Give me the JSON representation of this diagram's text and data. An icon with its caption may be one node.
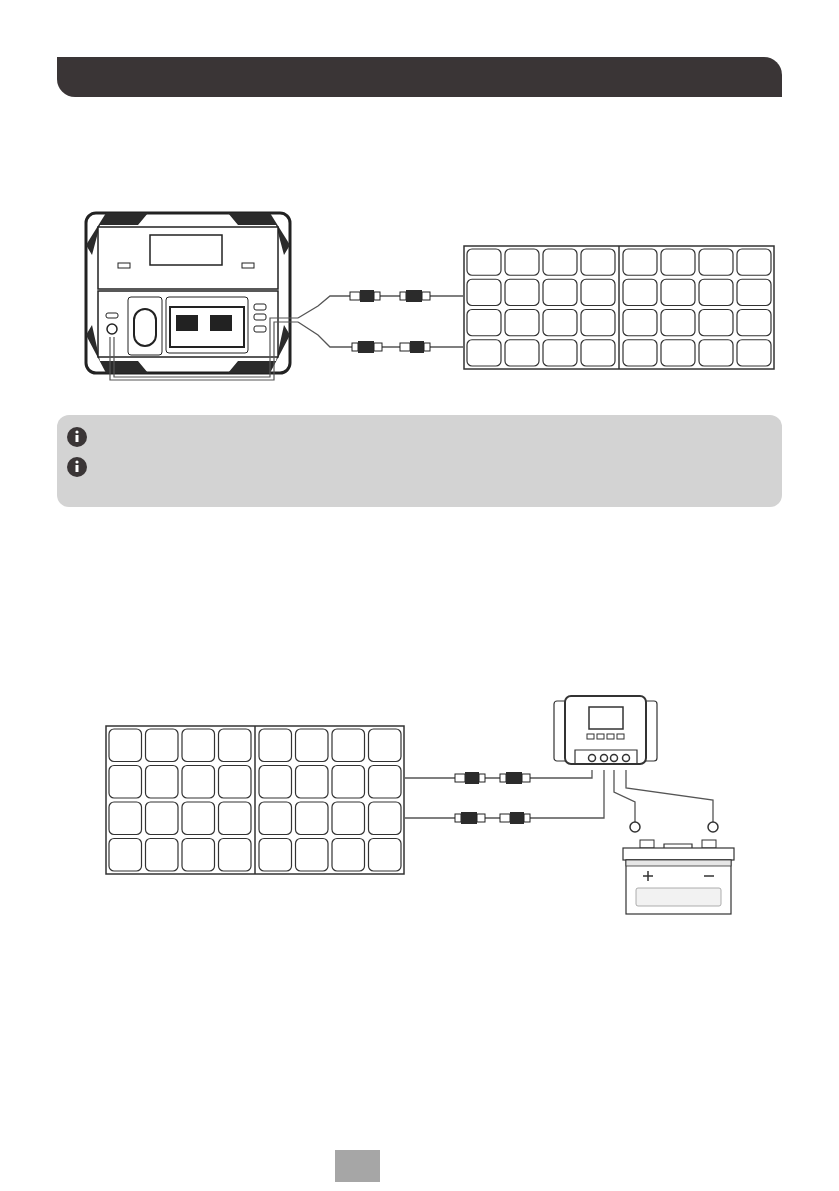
{
  "diagram": {
    "nodes": [
      {
        "text": [],
        "shape": "picture"
      },
      {
        "text": [],
        "shape": "picture"
      },
      {
        "text": [],
        "shape": "picture"
      },
      {
        "text": [],
        "shape": "picture"
      },
      {
        "text": [],
        "shape": "picture"
      }
    ],
    "edges": [
      {
        "from": 1,
        "to": 0,
        "arrow": "none"
      },
      {
        "from": 1,
        "to": 0,
        "arrow": "none"
      },
      {
        "from": 2,
        "to": 3,
        "arrow": "none"
      },
      {
        "from": 2,
        "to": 3,
        "arrow": "none"
      },
      {
        "from": 3,
        "to": 4,
        "arrow": "none"
      },
      {
        "from": 3,
        "to": 4,
        "arrow": "none"
      }
    ]
  }
}
